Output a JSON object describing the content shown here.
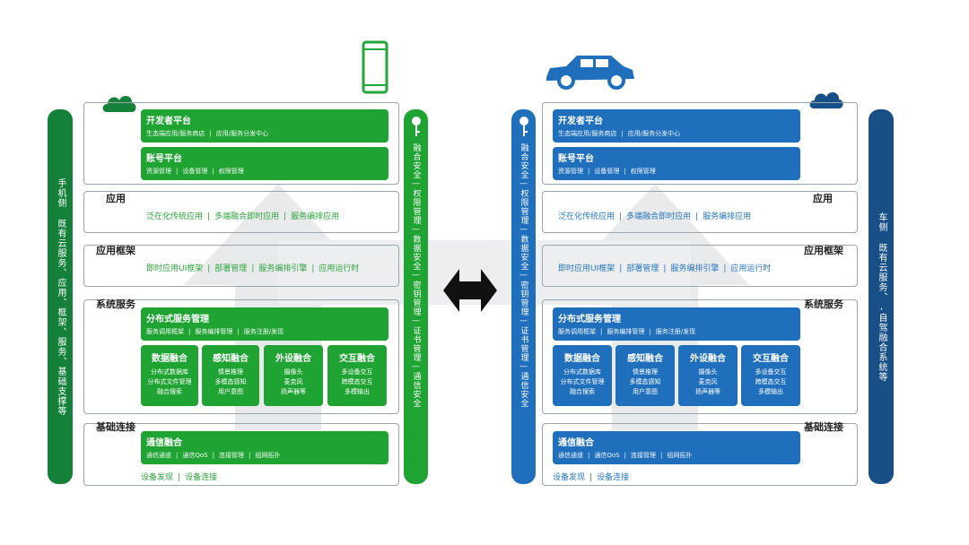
{
  "colors": {
    "green": "#1fa332",
    "green_dark": "#14803a",
    "blue": "#1f6fbd",
    "blue_dark": "#184f86",
    "frame": "#9aa5ad",
    "arrow_bg": "#e6e8ea"
  },
  "icons": {
    "left_device": "phone-icon",
    "right_device": "car-icon",
    "cloud": "cloud-icon",
    "key": "key-icon",
    "center": "bidirectional-arrow-icon"
  },
  "left": {
    "side_label": "手机侧 既有云服务、应用、框架、服务、基础支撑等",
    "security_label": "融合安全—权限管理—数据安全—密钥管理—证书管理—通信安全",
    "dev_platform": {
      "title": "开发者平台",
      "items": [
        "生态端应用/服务商店",
        "应用/服务分发中心"
      ]
    },
    "account_platform": {
      "title": "账号平台",
      "items": [
        "资源管理",
        "设备管理",
        "权限管理"
      ]
    },
    "app_layer": {
      "title": "应用",
      "items": [
        "泛在化传统应用",
        "多端融合即时应用",
        "服务编排应用"
      ]
    },
    "framework_layer": {
      "title": "应用框架",
      "items": [
        "即时应用UI框架",
        "部署管理",
        "服务编排引擎",
        "应用运行时"
      ]
    },
    "system_layer": {
      "title": "系统服务",
      "distributed": {
        "title": "分布式服务管理",
        "items": [
          "服务调用框架",
          "服务编排管理",
          "服务注册/发现"
        ]
      },
      "cells": [
        {
          "title": "数据融合",
          "lines": [
            "分布式数据库",
            "分布式文件管理",
            "融合搜索"
          ]
        },
        {
          "title": "感知融合",
          "lines": [
            "情景推理",
            "多模态感知",
            "用户意图"
          ]
        },
        {
          "title": "外设融合",
          "lines": [
            "摄像头",
            "麦克风",
            "扬声器等"
          ]
        },
        {
          "title": "交互融合",
          "lines": [
            "多设备交互",
            "跨模态交互",
            "多模输出"
          ]
        }
      ]
    },
    "basic_layer": {
      "title": "基础连接",
      "comm": {
        "title": "通信融合",
        "items": [
          "通信通道",
          "通信QoS",
          "连接管理",
          "组网拓扑"
        ]
      },
      "items": [
        "设备发现",
        "设备连接"
      ]
    }
  },
  "right": {
    "side_label": "车侧 既有云服务、,自驾融合系统等",
    "security_label": "融合安全—权限管理—数据安全—密钥管理—证书管理—通信安全",
    "dev_platform": {
      "title": "开发者平台",
      "items": [
        "生态端应用/服务商店",
        "应用/服务分发中心"
      ]
    },
    "account_platform": {
      "title": "账号平台",
      "items": [
        "资源管理",
        "设备管理",
        "权限管理"
      ]
    },
    "app_layer": {
      "title": "应用",
      "items": [
        "泛在化传统应用",
        "多端融合即时应用",
        "服务编排应用"
      ]
    },
    "framework_layer": {
      "title": "应用框架",
      "items": [
        "即时应用UI框架",
        "部署管理",
        "服务编排引擎",
        "应用运行时"
      ]
    },
    "system_layer": {
      "title": "系统服务",
      "distributed": {
        "title": "分布式服务管理",
        "items": [
          "服务调用框架",
          "服务编排管理",
          "服务注册/发现"
        ]
      },
      "cells": [
        {
          "title": "数据融合",
          "lines": [
            "分布式数据库",
            "分布式文件管理",
            "融合搜索"
          ]
        },
        {
          "title": "感知融合",
          "lines": [
            "情景推理",
            "多模态感知",
            "用户意图"
          ]
        },
        {
          "title": "外设融合",
          "lines": [
            "摄像头",
            "麦克风",
            "扬声器等"
          ]
        },
        {
          "title": "交互融合",
          "lines": [
            "多设备交互",
            "跨模态交互",
            "多模输出"
          ]
        }
      ]
    },
    "basic_layer": {
      "title": "基础连接",
      "comm": {
        "title": "通信融合",
        "items": [
          "通信通道",
          "通信QoS",
          "连接管理",
          "组网拓扑"
        ]
      },
      "items": [
        "设备发现",
        "设备连接"
      ]
    }
  }
}
